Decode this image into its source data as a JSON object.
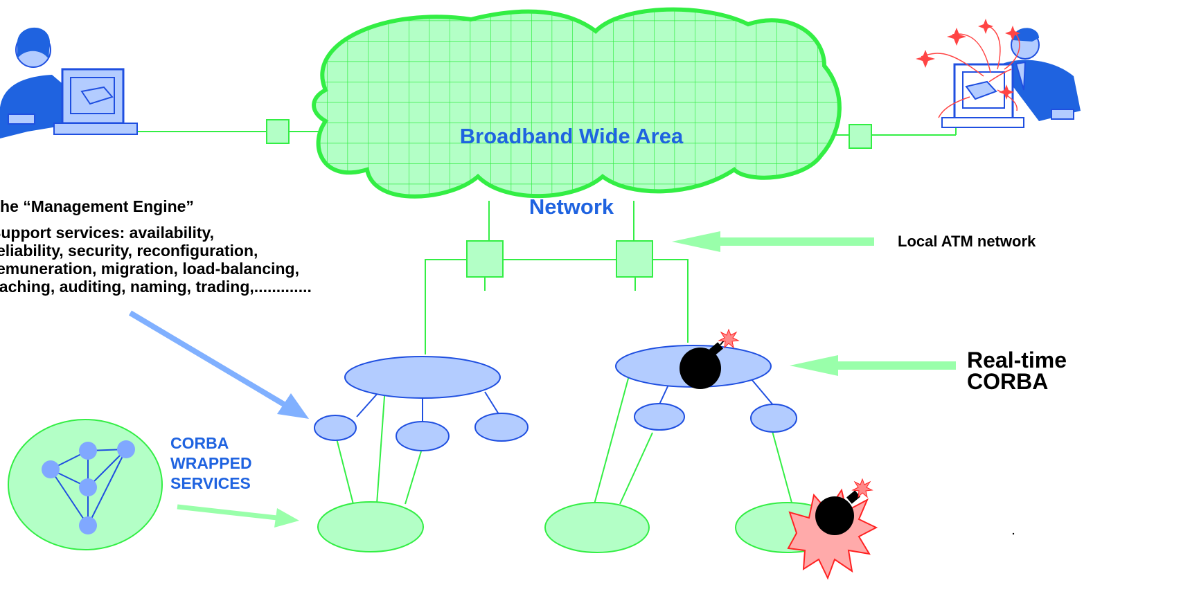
{
  "cloud": {
    "title_line1": "Broadband Wide Area",
    "title_line2": "Network"
  },
  "engine": {
    "heading": "The “Management Engine”",
    "services": "Support services: availability,\nreliability, security, reconfiguration,\nremuneration, migration, load-balancing,\ncaching, auditing, naming, trading,............."
  },
  "atm_label": "Local ATM network",
  "rt_corba_label": "Real-time\nCORBA",
  "wrapped_label": "CORBA\nWRAPPED\nSERVICES",
  "colors": {
    "cloud_fill": "#b3ffc6",
    "cloud_stroke": "#33ee44",
    "node_blue_fill": "#b3ccff",
    "node_blue_stroke": "#1f4fe0",
    "node_green_fill": "#b3ffc6",
    "node_green_stroke": "#33ee44",
    "label_blue": "#1f63e0",
    "arrow_blue": "#80b0ff",
    "arrow_green": "#99ffaa"
  },
  "icons": [
    "person-at-computer-icon",
    "person-at-exploding-computer-icon",
    "bomb-icon",
    "explosion-icon",
    "network-switch-icon"
  ]
}
